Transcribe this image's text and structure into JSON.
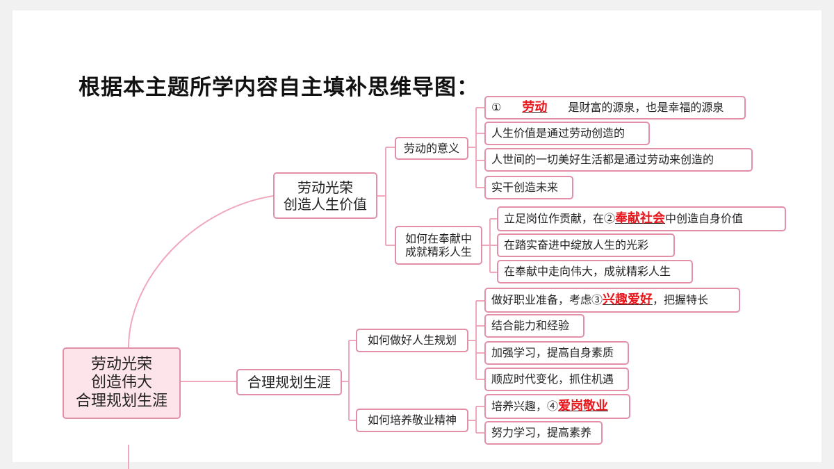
{
  "title": "根据本主题所学内容自主填补思维导图：",
  "root": {
    "lines": [
      "劳动光荣",
      "创造伟大",
      "合理规划生涯"
    ]
  },
  "branch1": {
    "lines": [
      "劳动光荣",
      "创造人生价值"
    ],
    "meaning": {
      "label": "劳动的意义",
      "items": [
        {
          "prefix": "①",
          "answer": "劳动",
          "suffix": "是财富的源泉，也是幸福的源泉"
        },
        {
          "text": "人生价值是通过劳动创造的"
        },
        {
          "text": "人世间的一切美好生活都是通过劳动来创造的"
        },
        {
          "text": "实干创造未来"
        }
      ]
    },
    "devotion": {
      "lines": [
        "如何在奉献中",
        "成就精彩人生"
      ],
      "items": [
        {
          "prefix": "立足岗位作贡献，在②",
          "answer": "奉献社会",
          "suffix": "中创造自身价值"
        },
        {
          "text": "在踏实奋进中绽放人生的光彩"
        },
        {
          "text": "在奉献中走向伟大，成就精彩人生"
        }
      ]
    }
  },
  "branch2": {
    "label": "合理规划生涯",
    "plan": {
      "label": "如何做好人生规划",
      "items": [
        {
          "prefix": "做好职业准备，考虑③",
          "answer": "兴趣爱好",
          "suffix": "，把握特长"
        },
        {
          "text": "结合能力和经验"
        },
        {
          "text": "加强学习，提高自身素质"
        },
        {
          "text": "顺应时代变化，抓住机遇"
        }
      ]
    },
    "dedication": {
      "label": "如何培养敬业精神",
      "items": [
        {
          "prefix": "培养兴趣，④",
          "answer": "爱岗敬业"
        },
        {
          "text": "努力学习，提高素养"
        }
      ]
    }
  },
  "colors": {
    "border": "#e290a8",
    "rootFill": "#fde4ea",
    "answer": "#e8161b"
  }
}
